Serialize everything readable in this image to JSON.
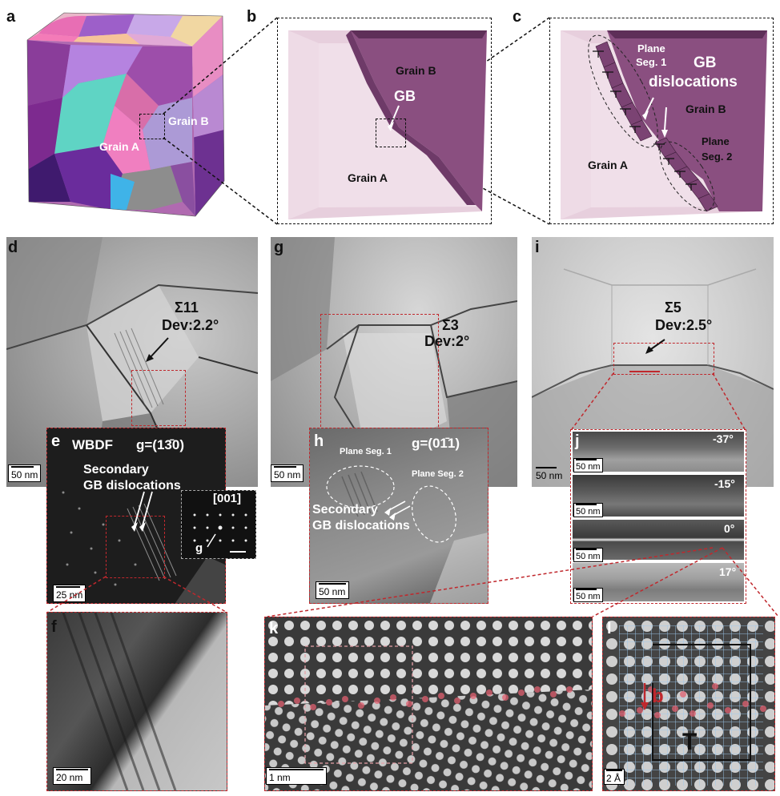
{
  "panels": {
    "a": {
      "label": "a",
      "grain_a": "Grain A",
      "grain_b": "Grain B"
    },
    "b": {
      "label": "b",
      "grain_a": "Grain A",
      "grain_b": "Grain B",
      "gb": "GB"
    },
    "c": {
      "label": "c",
      "grain_a": "Grain A",
      "grain_b": "Grain B",
      "gb_dislocations_1": "GB",
      "gb_dislocations_2": "dislocations",
      "seg1_l1": "Plane",
      "seg1_l2": "Seg. 1",
      "seg2_l1": "Plane",
      "seg2_l2": "Seg. 2"
    },
    "d": {
      "label": "d",
      "sigma": "Σ11",
      "dev": "Dev:2.2°",
      "scale": "50 nm"
    },
    "e": {
      "label": "e",
      "mode": "WBDF",
      "g": "g=(13̄0)",
      "annot_1": "Secondary",
      "annot_2": "GB dislocations",
      "zone": "[001]",
      "g_vec": "g",
      "scale": "25 nm"
    },
    "f": {
      "label": "f",
      "scale": "20 nm"
    },
    "g": {
      "label": "g",
      "sigma": "Σ3",
      "dev": "Dev:2°",
      "scale": "50 nm"
    },
    "h": {
      "label": "h",
      "g": "g=(01̄1)",
      "seg1": "Plane Seg. 1",
      "seg2": "Plane Seg. 2",
      "annot_1": "Secondary",
      "annot_2": "GB dislocations",
      "scale": "50 nm"
    },
    "i": {
      "label": "i",
      "sigma": "Σ5",
      "dev": "Dev:2.5°",
      "scale": "50 nm"
    },
    "j": {
      "label": "j",
      "tilts": [
        "-37°",
        "-15°",
        "0°",
        "17°"
      ],
      "scale": "50 nm"
    },
    "k": {
      "label": "k",
      "scale": "1 nm"
    },
    "l": {
      "label": "l",
      "burgers": "b",
      "circuit": "T",
      "scale": "2 Å"
    }
  },
  "colors": {
    "red_dash": "#c0282d",
    "gb_purple": "#8a4f80",
    "grain_light": "#e6ccdc",
    "atom_red": "#e06070",
    "grid_blue": "#9cc8ee"
  }
}
